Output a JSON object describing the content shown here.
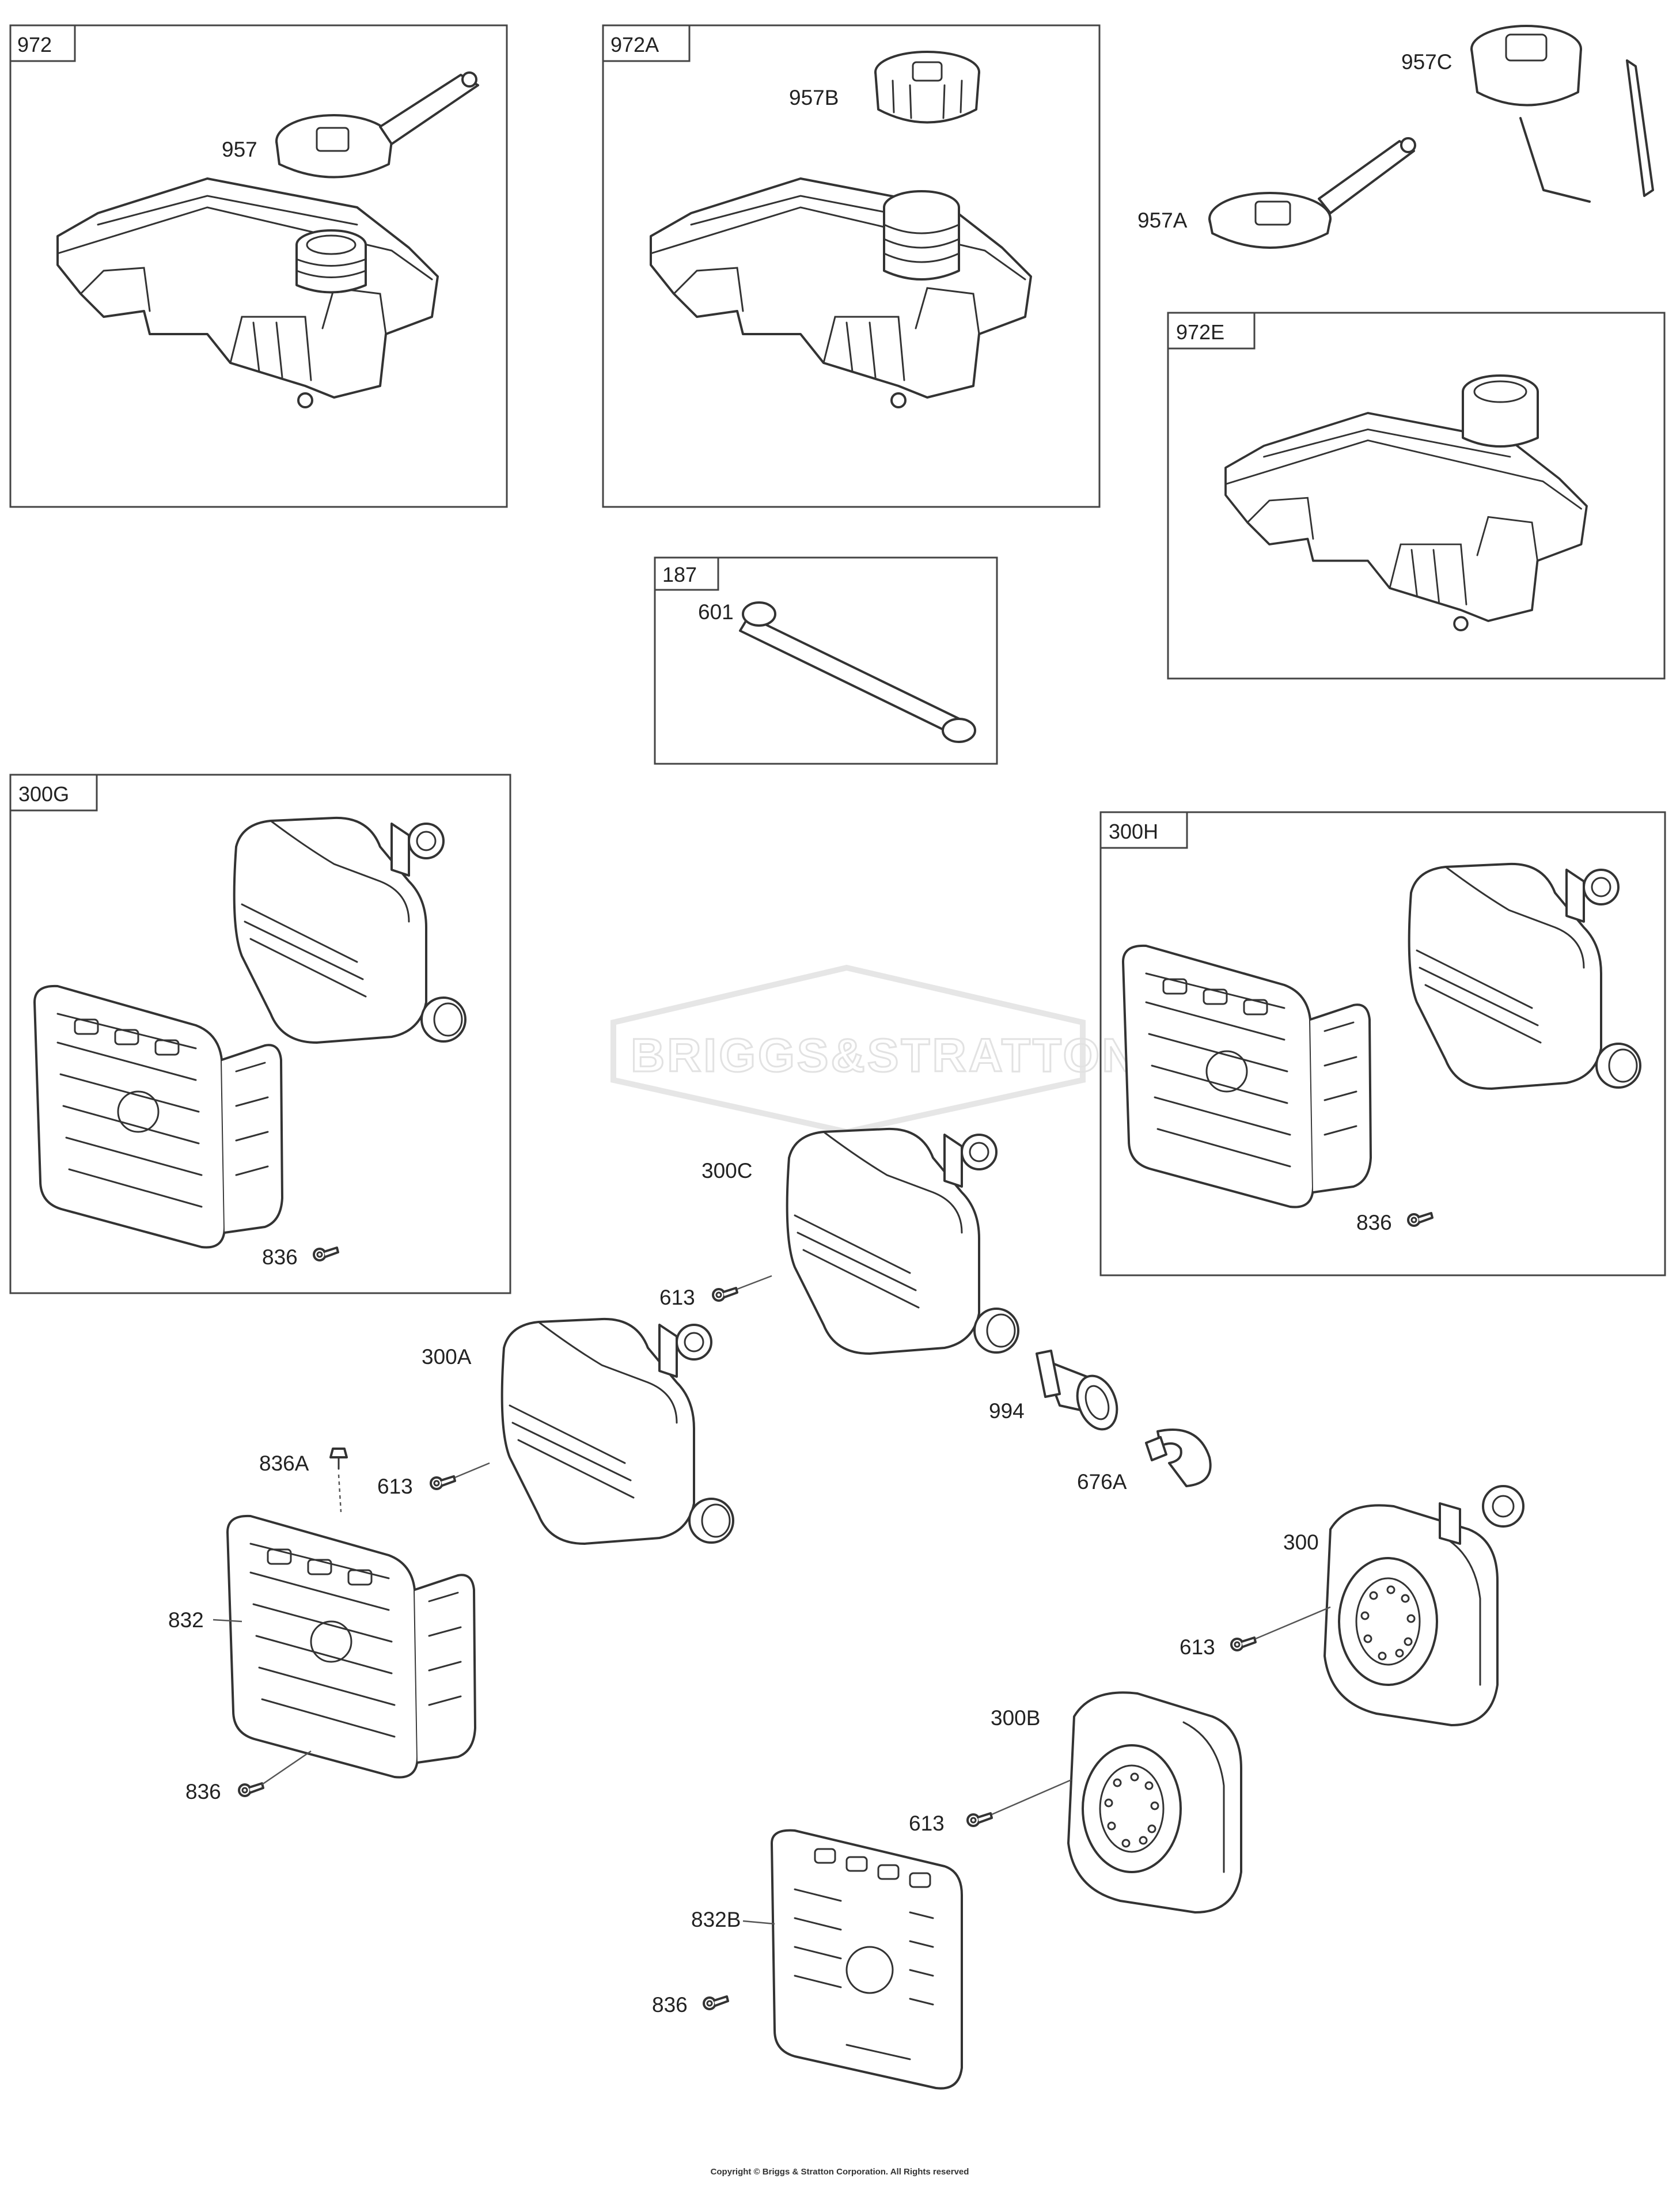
{
  "diagram": {
    "watermark": "BRIGGS&STRATTON",
    "copyright": "Copyright © Briggs & Stratton Corporation. All Rights reserved"
  },
  "boxes": [
    {
      "id": "972",
      "label": "972"
    },
    {
      "id": "972A",
      "label": "972A"
    },
    {
      "id": "972E",
      "label": "972E"
    },
    {
      "id": "187",
      "label": "187"
    },
    {
      "id": "300G",
      "label": "300G"
    },
    {
      "id": "300H",
      "label": "300H"
    }
  ],
  "callouts": [
    {
      "id": "957",
      "label": "957"
    },
    {
      "id": "957B",
      "label": "957B"
    },
    {
      "id": "957C",
      "label": "957C"
    },
    {
      "id": "957A",
      "label": "957A"
    },
    {
      "id": "601",
      "label": "601"
    },
    {
      "id": "836_300G",
      "label": "836"
    },
    {
      "id": "836_300H",
      "label": "836"
    },
    {
      "id": "300C",
      "label": "300C"
    },
    {
      "id": "613_300C",
      "label": "613"
    },
    {
      "id": "300A",
      "label": "300A"
    },
    {
      "id": "613_300A",
      "label": "613"
    },
    {
      "id": "836A",
      "label": "836A"
    },
    {
      "id": "994",
      "label": "994"
    },
    {
      "id": "676A",
      "label": "676A"
    },
    {
      "id": "832",
      "label": "832"
    },
    {
      "id": "300",
      "label": "300"
    },
    {
      "id": "613_300",
      "label": "613"
    },
    {
      "id": "836_832",
      "label": "836"
    },
    {
      "id": "300B",
      "label": "300B"
    },
    {
      "id": "613_300B",
      "label": "613"
    },
    {
      "id": "832B",
      "label": "832B"
    },
    {
      "id": "836_832B",
      "label": "836"
    }
  ]
}
